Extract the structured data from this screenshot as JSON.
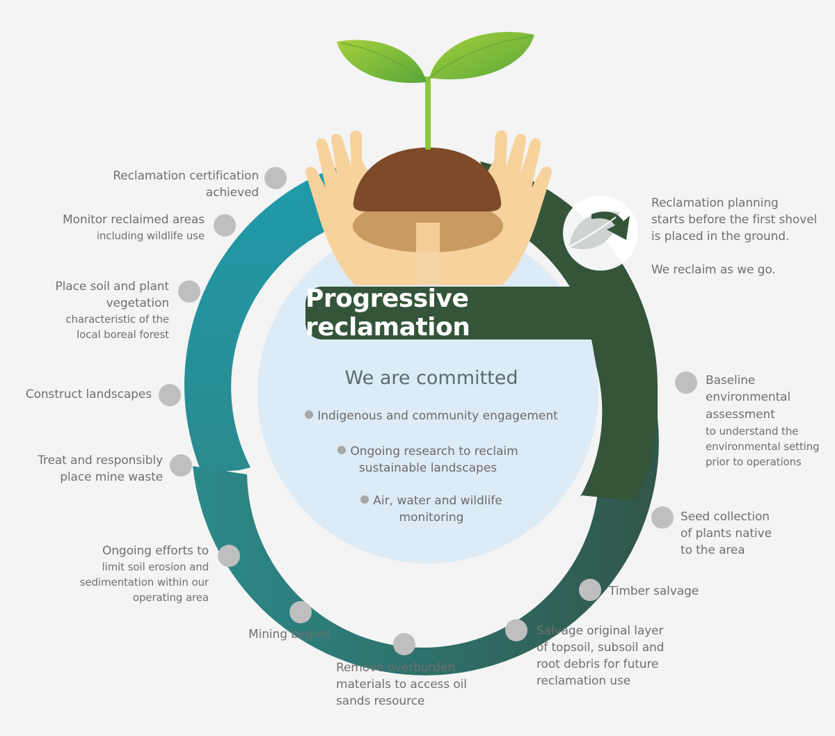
{
  "title": "Progressive reclamation",
  "center": {
    "heading": "We are committed",
    "items": [
      {
        "lines": [
          "Indigenous and community engagement"
        ]
      },
      {
        "lines": [
          "Ongoing research to reclaim",
          "sustainable landscapes"
        ]
      },
      {
        "lines": [
          "Air, water and wildlife",
          "monitoring"
        ]
      }
    ]
  },
  "intro": {
    "lines": [
      "Reclamation planning",
      "starts before the first shovel",
      "is placed in the ground."
    ],
    "tagline": "We reclaim as we go."
  },
  "steps": {
    "baseline": {
      "main": [
        "Baseline",
        "environmental",
        "assessment"
      ],
      "sub": [
        "to understand the",
        "environmental setting",
        "prior to operations"
      ]
    },
    "seed": {
      "main": [
        "Seed collection",
        "of plants native",
        "to the area"
      ]
    },
    "timber": {
      "main": [
        "Timber salvage"
      ]
    },
    "salvage": {
      "main": [
        "Salvage original layer",
        "of topsoil, subsoil and",
        "root debris for future",
        "reclamation use"
      ]
    },
    "overburden": {
      "main": [
        "Remove overburden",
        "materials to access oil",
        "sands resource"
      ]
    },
    "mining": {
      "main": [
        "Mining begins"
      ]
    },
    "erosion": {
      "main": [
        "Ongoing efforts to"
      ],
      "sub": [
        "limit soil erosion and",
        "sedimentation within our",
        "operating area"
      ]
    },
    "waste": {
      "main": [
        "Treat and responsibly",
        "place mine waste"
      ]
    },
    "construct": {
      "main": [
        "Construct landscapes"
      ]
    },
    "soil": {
      "main": [
        "Place soil and plant",
        "vegetation"
      ],
      "sub": [
        "characteristic of the",
        "local boreal forest"
      ]
    },
    "monitor": {
      "main": [
        "Monitor reclaimed areas"
      ],
      "sub": [
        "including wildlife use"
      ]
    },
    "certification": {
      "main": [
        "Reclamation certification",
        "achieved"
      ]
    }
  },
  "colors": {
    "teal": "#1f9aab",
    "dark_green": "#34553a",
    "mid_green": "#2f6e5e",
    "inner_circle": "#dcebf5",
    "dot": "#bfbfbf",
    "leaf": "#7dc242",
    "soil": "#7e4a2a",
    "hand": "#f7d29c"
  },
  "icons": [
    "sprout-icon",
    "hands-icon",
    "leaf-arrow-icon"
  ]
}
